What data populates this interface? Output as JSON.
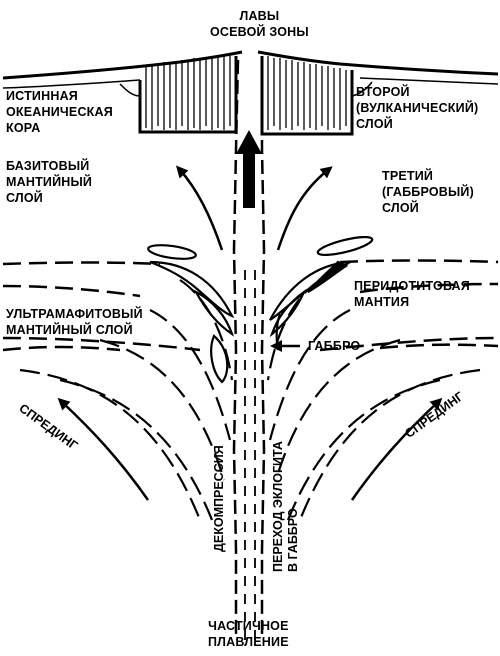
{
  "labels": {
    "axial_lavas": "ЛАВЫ\nОСЕВОЙ ЗОНЫ",
    "true_oceanic_crust": "ИСТИННАЯ\nОКЕАНИЧЕСКАЯ\nКОРА",
    "second_layer": "ВТОРОЙ\n(ВУЛКАНИЧЕСКИЙ)\nСЛОЙ",
    "basite_mantle_layer": "БАЗИТОВЫЙ\nМАНТИЙНЫЙ\nСЛОЙ",
    "third_layer": "ТРЕТИЙ\n(ГАББРОВЫЙ)\nСЛОЙ",
    "ultramafic_mantle_layer": "УЛЬТРАМАФИТОВЫЙ\nМАНТИЙНЫЙ СЛОЙ",
    "peridotite_mantle": "ПЕРИДОТИТОВАЯ\nМАНТИЯ",
    "gabbro": "ГАББРО",
    "spreading_left": "СПРЕДИНГ",
    "spreading_right": "СПРЕДИНГ",
    "decompression": "ДЕКОМПРЕССИЯ",
    "eclogite_transition": "ПЕРЕХОД ЭКЛОГИТА\nВ ГАББРО",
    "partial_melting": "ЧАСТИЧНОЕ\nПЛАВЛЕНИЕ"
  }
}
